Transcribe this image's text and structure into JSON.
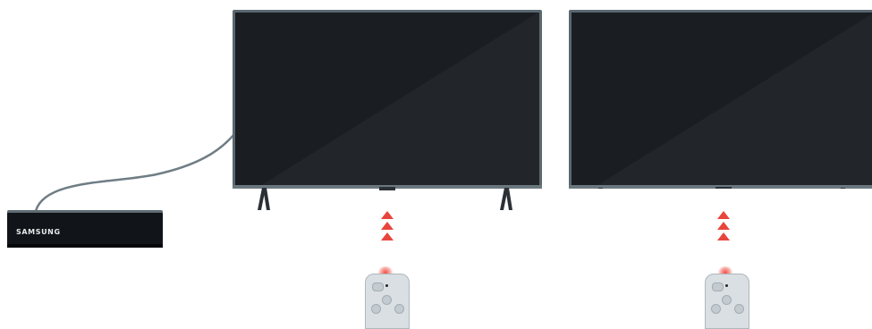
{
  "scene": {
    "description_free": true,
    "box": {
      "brand_label": "SAMSUNG"
    },
    "colors": {
      "background": "#ffffff",
      "tv_bezel": "#5a6870",
      "tv_screen": "#1a1e22",
      "box_body": "#111418",
      "cable": "#6f7d84",
      "signal": "#e8453c",
      "remote": "#d9dfe3"
    },
    "tvs": [
      {
        "id": "left"
      },
      {
        "id": "right"
      }
    ]
  }
}
